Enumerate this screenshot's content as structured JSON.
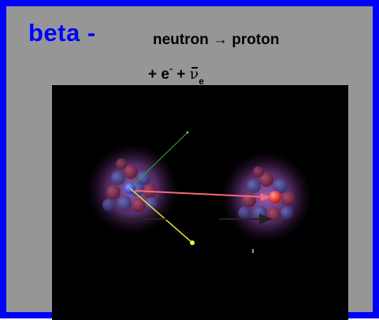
{
  "slide": {
    "title": "beta -",
    "reaction_line1": {
      "neutron": "neutron",
      "arrow": "→",
      "proton": "proton"
    },
    "reaction_line2": {
      "plus1": "+ e",
      "electron_charge": "-",
      "plus2": "+",
      "antineutrino": "ν",
      "antineutrino_sub": "e"
    }
  },
  "colors": {
    "background": "#969696",
    "border": "#0000ff",
    "title": "#0000ff",
    "movie_background": "#000000",
    "neutron_ball": "#4466ff",
    "proton_ball": "#ff3333",
    "antineutrino_track": "#33aa33",
    "electron_track": "#dddd33"
  }
}
